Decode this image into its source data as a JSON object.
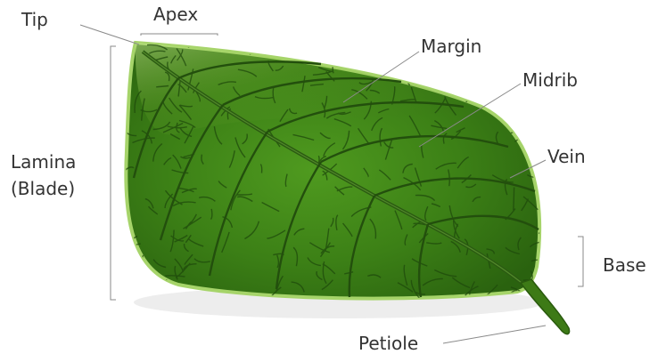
{
  "labels": {
    "tip": "Tip",
    "apex": "Apex",
    "margin": "Margin",
    "midrib": "Midrib",
    "vein": "Vein",
    "lamina": "Lamina",
    "blade": "(Blade)",
    "base": "Base",
    "petiole": "Petiole"
  },
  "colors": {
    "leaf_dark": "#2d6e12",
    "leaf_mid": "#4f9a1f",
    "leaf_light": "#8cc63e",
    "leaf_edge": "#a6d46a",
    "vein": "#1f4a0c",
    "leader_line": "#8a8a8a",
    "label_text": "#333333"
  }
}
